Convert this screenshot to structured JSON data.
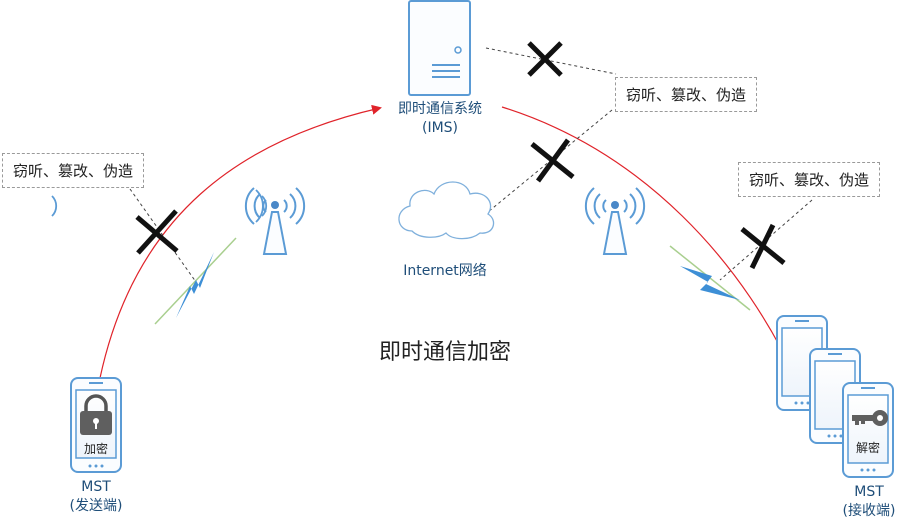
{
  "title": "即时通信加密",
  "server": {
    "name": "即时通信系统",
    "sub": "(IMS)"
  },
  "internet": {
    "label": "Internet网络"
  },
  "sender": {
    "name": "MST",
    "role": "(发送端)",
    "button": "加密",
    "icon": "lock-icon"
  },
  "receiver": {
    "name": "MST",
    "role": "(接收端)",
    "button": "解密",
    "icon": "key-icon"
  },
  "threats": [
    {
      "text": "窃听、篡改、伪造"
    },
    {
      "text": "窃听、篡改、伪造"
    },
    {
      "text": "窃听、篡改、伪造"
    }
  ],
  "colors": {
    "line_blue": "#5b9bd5",
    "label_blue": "#1f4e79",
    "arrow_red": "#e0232a",
    "bolt_blue": "#3d8fd6"
  }
}
